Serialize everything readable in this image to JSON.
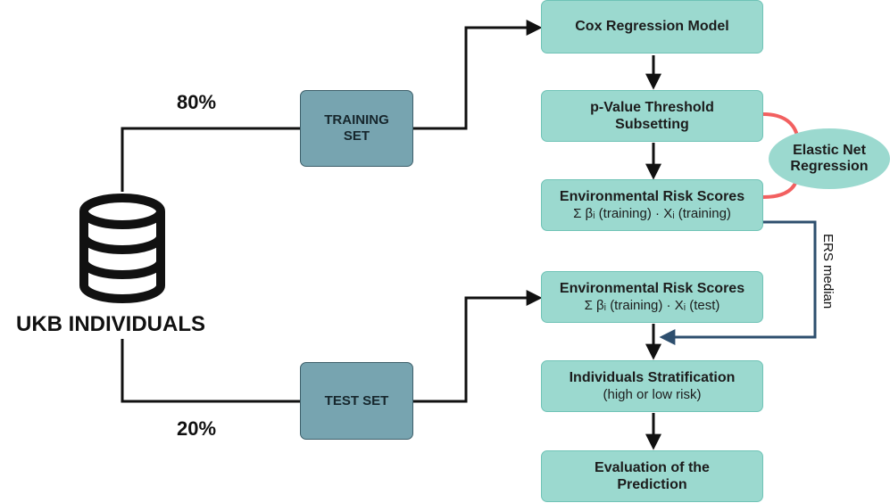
{
  "source": {
    "label": "UKB INDIVIDUALS",
    "icon": "database-icon"
  },
  "split": {
    "training_pct": "80%",
    "test_pct": "20%"
  },
  "sets": {
    "training_line1": "TRAINING",
    "training_line2": "SET",
    "test": "TEST SET"
  },
  "training_pipeline": {
    "cox": "Cox Regression Model",
    "pvalue_line1": "p-Value Threshold",
    "pvalue_line2": "Subsetting",
    "ers_title": "Environmental Risk Scores",
    "ers_formula": "Σ βᵢ (training) · Xᵢ (training)"
  },
  "elastic_net": {
    "line1": "Elastic Net",
    "line2": "Regression"
  },
  "ers_median_label": "ERS median",
  "test_pipeline": {
    "ers_title": "Environmental Risk Scores",
    "ers_formula": "Σ βᵢ (training) · Xᵢ (test)",
    "strat_title": "Individuals Stratification",
    "strat_sub": "(high or low risk)",
    "eval_line1": "Evaluation of the",
    "eval_line2": "Prediction"
  },
  "colors": {
    "teal_box": "#9bd9cf",
    "steel_box": "#77a4b0",
    "ers_median_arrow": "#2e4f6e",
    "elastic_net_connector": "#f26060"
  }
}
